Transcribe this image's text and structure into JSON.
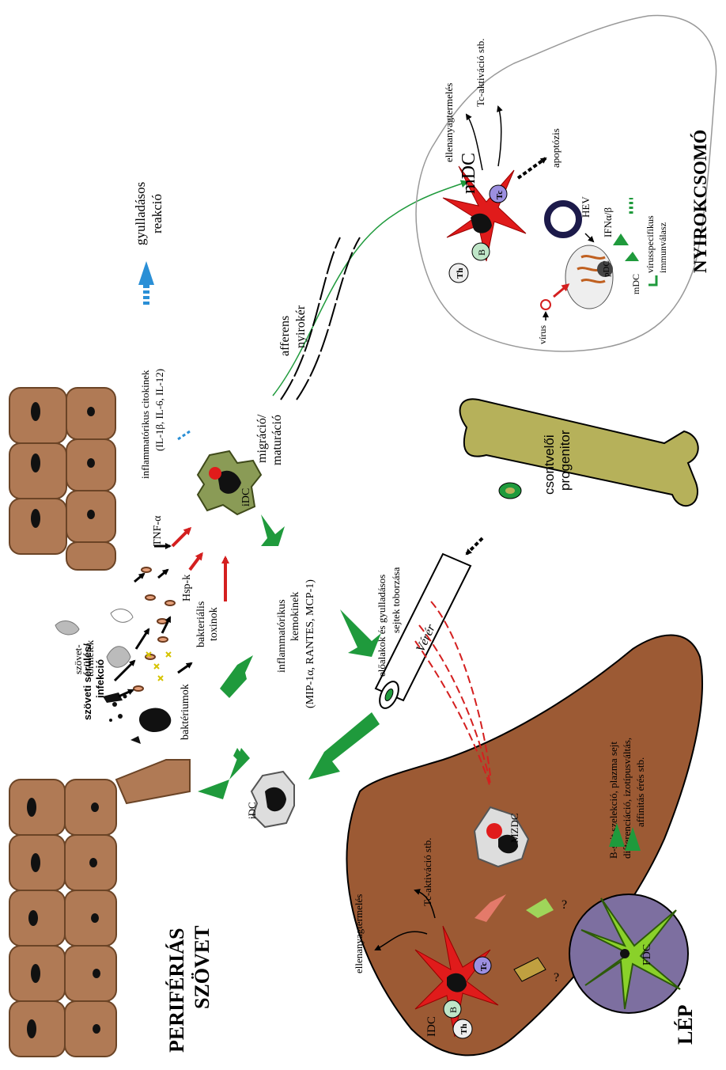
{
  "colors": {
    "tissue": "#b07a55",
    "tissue_stroke": "#6b4426",
    "spleen": "#9c5a34",
    "bone": "#b6b15a",
    "fdc_region": "#7d6fa0",
    "dc_red": "#e01b1b",
    "arrow_green": "#1f9a3c",
    "arrow_red": "#d41f1f",
    "arrow_blue": "#2a8fd6",
    "fdc_green": "#8ad12a"
  },
  "labels": {
    "periferias_1": "PERIFÉRIÁS",
    "periferias_2": "SZÖVET",
    "lep": "LÉP",
    "nyirokcsomo": "NYIROKCSOMÓ",
    "szoveti_1": "szöveti sérülés/",
    "szoveti_2": "infekció",
    "szovet_1": "szövet-",
    "szovet_2": "törmelék",
    "bakteriumok": "baktériumok",
    "bakterialis_1": "bakteriális",
    "bakterialis_2": "toxinok",
    "hspk": "Hsp-k",
    "tnf": "TNF-α",
    "infl_cyto_1": "inflammatórikus citokinek",
    "infl_cyto_2": "(IL-1β, IL-6, IL-12)",
    "gyull_1": "gyulladásos",
    "gyull_2": "reakció",
    "idc_top": "iDC",
    "migracio_1": "migráció/",
    "migracio_2": "maturáció",
    "infl_kemo_1": "inflammatórikus",
    "infl_kemo_2": "kemokinek",
    "infl_kemo_3": "(MIP-1α, RANTES, MCP-1)",
    "afferens_1": "afferens",
    "afferens_2": "nyirokér",
    "eloalakok_1": "előalakok és gyulladásos",
    "eloalakok_2": "sejtek toborzása",
    "verer": "Vérér",
    "csontveloi_1": "csontvelői",
    "csontveloi_2": "progenitor",
    "idc_left": "iDC",
    "mzdc": "MZDC",
    "bsejt_1": "B-sejt szelekció, plazma sejt",
    "bsejt_2": "differenciáció, izotípusváltás,",
    "bsejt_3": "affinitás érés stb.",
    "fdc": "FDC",
    "idc_spleen": "IDC",
    "ellen_lep": "ellenanyagtermelés",
    "tc_lep": "Tc-aktiváció stb.",
    "mdc": "mDC",
    "ellen_ny": "ellenanyagtermelés",
    "tc_ny": "Tc-aktiváció stb.",
    "apoptozis": "apoptózis",
    "hev": "HEV",
    "ifn": "IFNα/β",
    "virus_spec_1": "vírusspecifikus",
    "virus_spec_2": "immunválasz",
    "mdc_small": "mDC",
    "virus": "vírus",
    "pdc": "pDC",
    "th": "Th",
    "b": "B",
    "tc": "Tc",
    "question": "?"
  }
}
